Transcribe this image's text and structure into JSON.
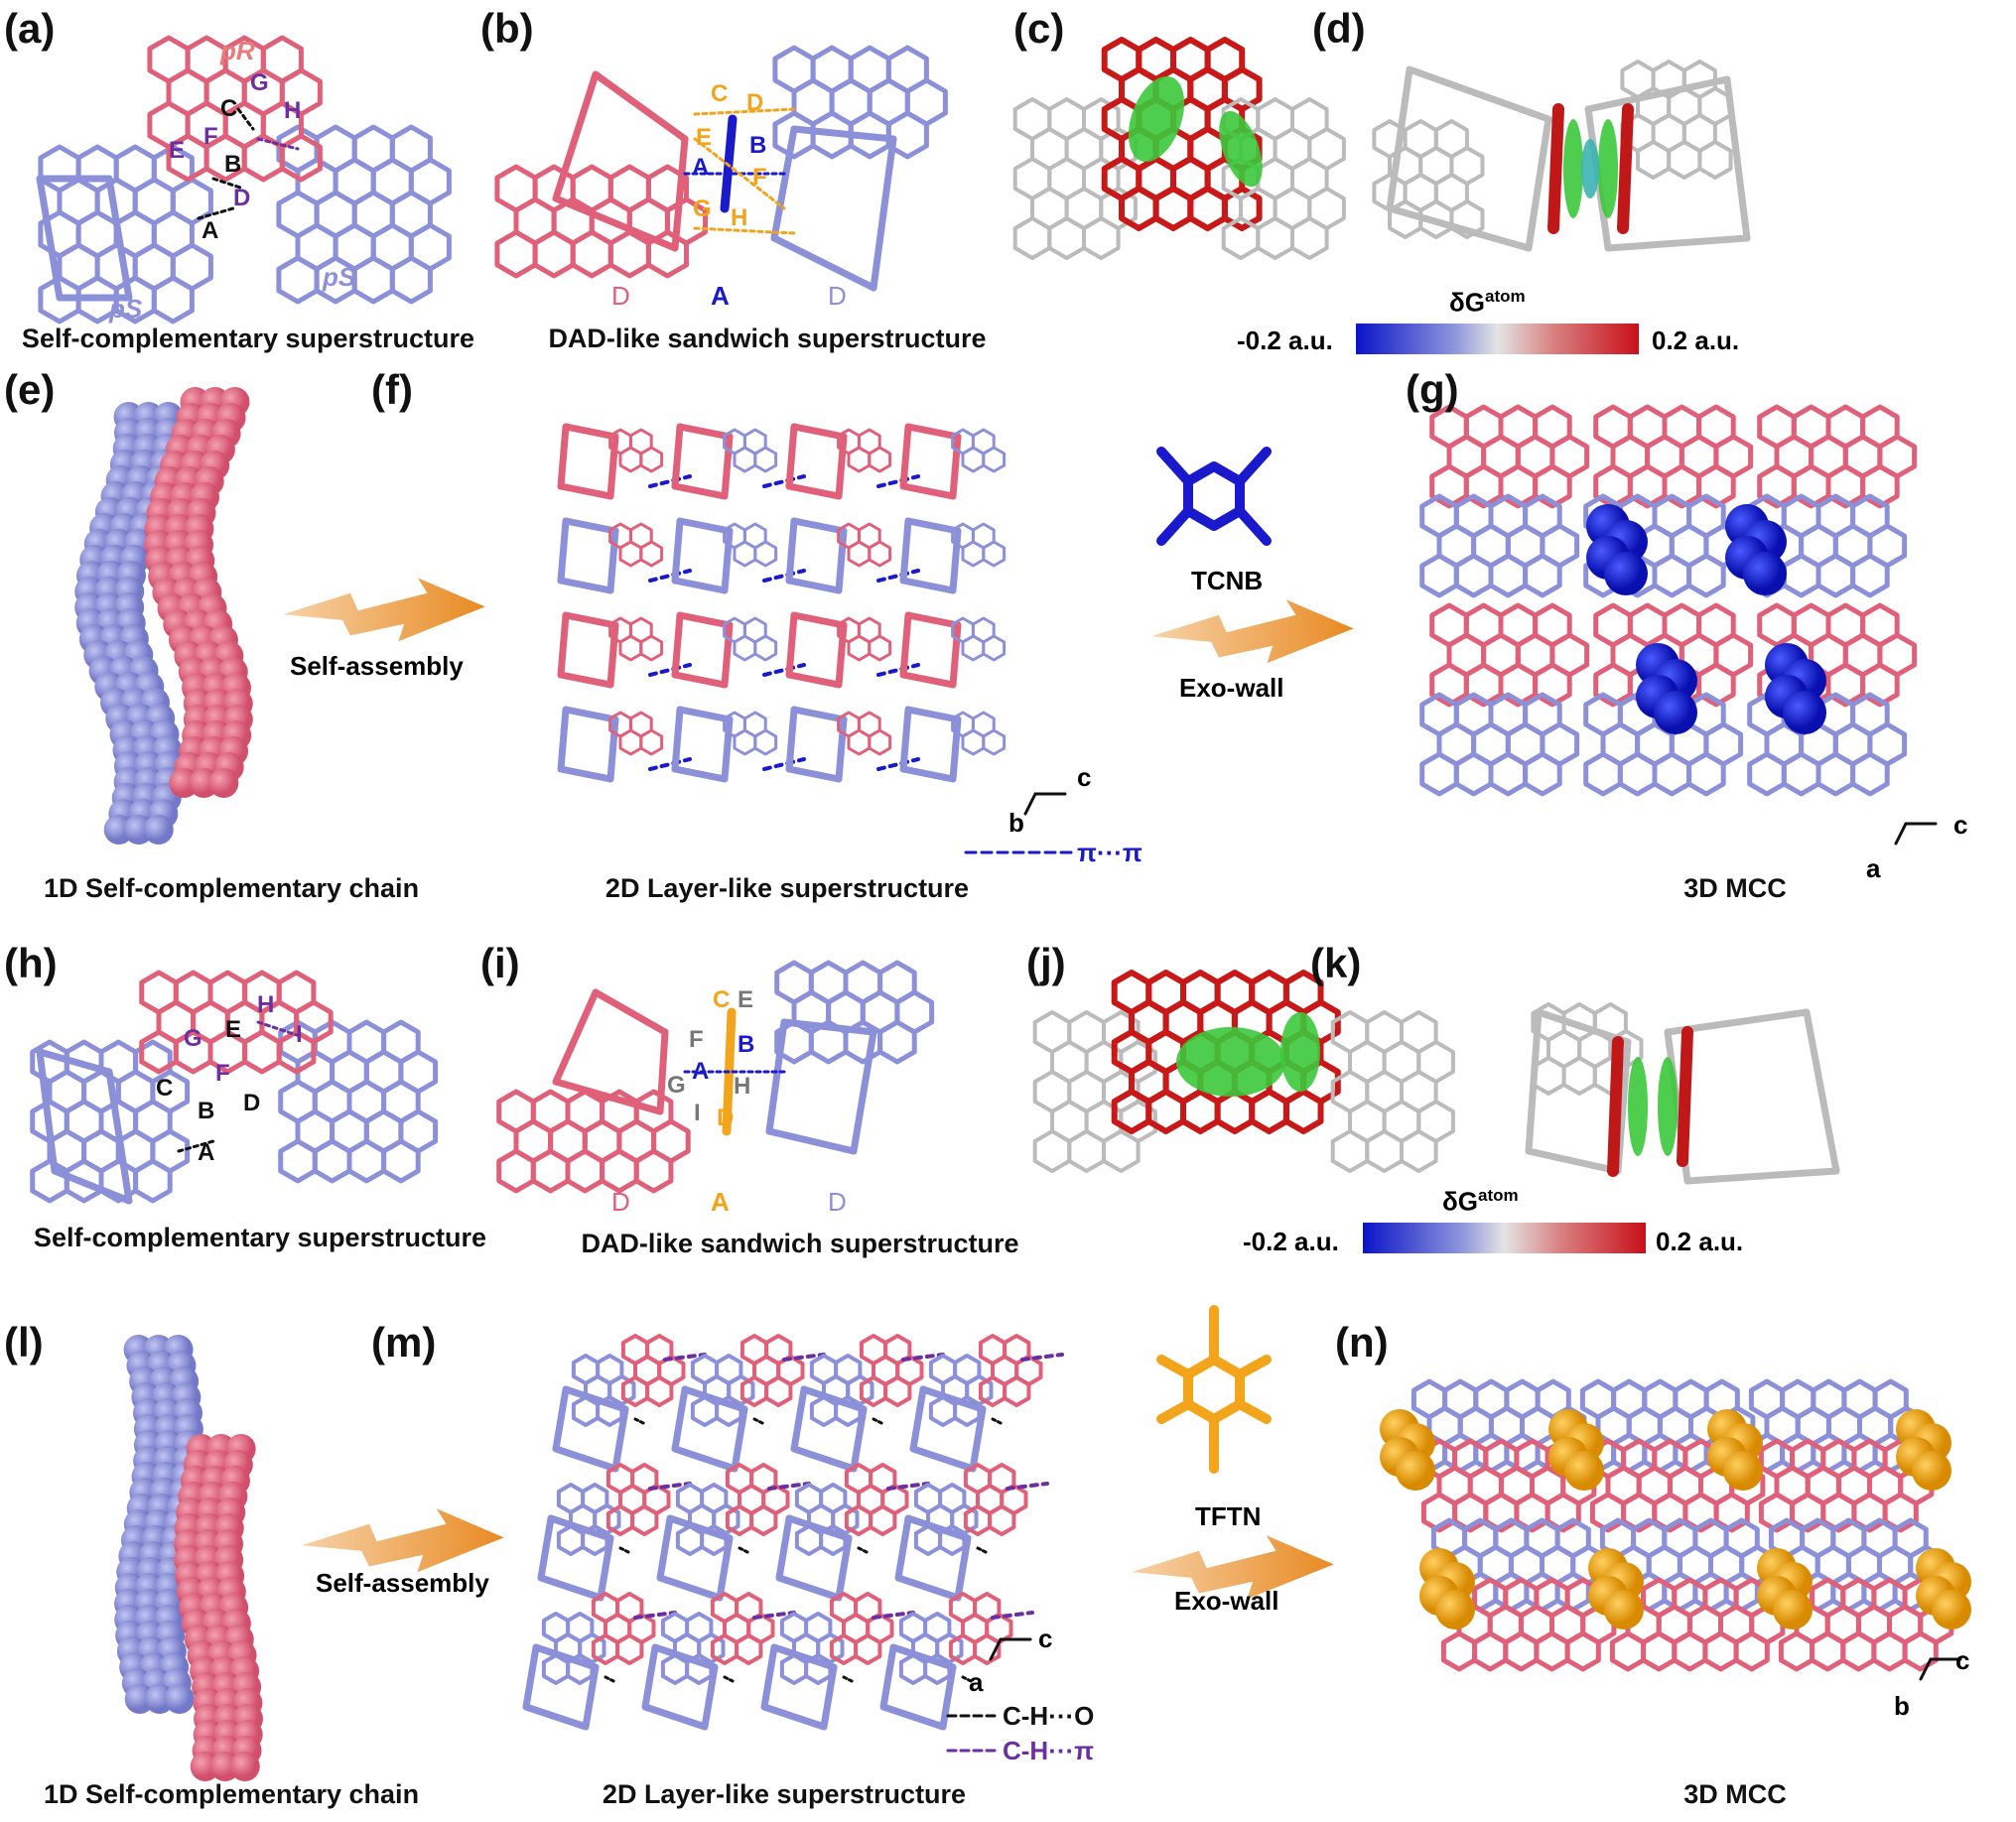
{
  "colors": {
    "donor_pR": "#e0607a",
    "donor_pS": "#8c90d8",
    "tcnb": "#1a1acc",
    "tftn": "#f2a51a",
    "ch_pi": "#6a2fa0",
    "ch_o": "#111111",
    "nci_green": "#3cc83c"
  },
  "panel_a": {
    "label": "(a)",
    "pR": "pR",
    "pS_left": "pS",
    "pS_right": "pS",
    "letters": [
      "A",
      "B",
      "C",
      "D",
      "E",
      "F",
      "G",
      "H"
    ],
    "caption": "Self-complementary superstructure"
  },
  "panel_b": {
    "label": "(b)",
    "letters": [
      "A",
      "B",
      "C",
      "D",
      "E",
      "F",
      "G",
      "H"
    ],
    "dad": [
      "D",
      "A",
      "D"
    ],
    "caption": "DAD-like sandwich superstructure"
  },
  "panel_c": {
    "label": "(c)"
  },
  "panel_d": {
    "label": "(d)"
  },
  "colorbar_top": {
    "title": "δG",
    "title_sup": "atom",
    "min": "-0.2 a.u.",
    "max": "0.2 a.u."
  },
  "panel_e": {
    "label": "(e)",
    "caption": "1D Self-complementary chain",
    "arrow_label": "Self-assembly"
  },
  "panel_f": {
    "label": "(f)",
    "caption": "2D Layer-like superstructure",
    "axis_x": "c",
    "axis_y": "b",
    "legend": "π···π"
  },
  "reagent_top": {
    "name": "TCNB",
    "arrow_label": "Exo-wall"
  },
  "panel_g": {
    "label": "(g)",
    "caption": "3D MCC",
    "axis_x": "c",
    "axis_y": "a"
  },
  "panel_h": {
    "label": "(h)",
    "letters": [
      "A",
      "B",
      "C",
      "D",
      "E",
      "F",
      "G",
      "H",
      "I"
    ],
    "caption": "Self-complementary superstructure"
  },
  "panel_i": {
    "label": "(i)",
    "letters": [
      "A",
      "B",
      "C",
      "D",
      "E",
      "F",
      "G",
      "H",
      "I"
    ],
    "dad": [
      "D",
      "A",
      "D"
    ],
    "caption": "DAD-like sandwich superstructure"
  },
  "panel_j": {
    "label": "(j)"
  },
  "panel_k": {
    "label": "(k)"
  },
  "colorbar_bottom": {
    "title": "δG",
    "title_sup": "atom",
    "min": "-0.2 a.u.",
    "max": "0.2 a.u."
  },
  "panel_l": {
    "label": "(l)",
    "caption": "1D Self-complementary chain",
    "arrow_label": "Self-assembly"
  },
  "panel_m": {
    "label": "(m)",
    "caption": "2D Layer-like superstructure",
    "axis_x": "c",
    "axis_y": "a",
    "legend": [
      "C-H···O",
      "C-H···π"
    ]
  },
  "reagent_bottom": {
    "name": "TFTN",
    "arrow_label": "Exo-wall"
  },
  "panel_n": {
    "label": "(n)",
    "caption": "3D MCC",
    "axis_x": "c",
    "axis_y": "b"
  }
}
